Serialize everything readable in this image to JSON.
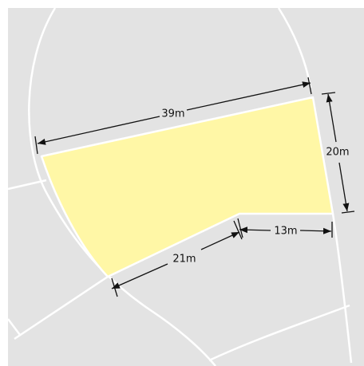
{
  "map": {
    "background_color": "#e3e3e3",
    "boundary_line_color": "#ffffff",
    "parcel_fill_color": "#fff7a6",
    "dimension_color": "#111111"
  },
  "dimensions": {
    "top": "39m",
    "right": "20m",
    "bottom_right": "13m",
    "bottom_left": "21m"
  }
}
